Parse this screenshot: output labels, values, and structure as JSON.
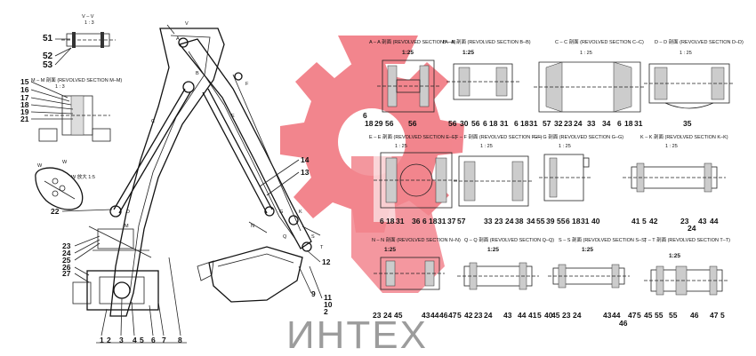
{
  "watermark": {
    "brand_text": "ИНТЕХ",
    "gear_color": "#f0707a",
    "text_color": "#9c9c9c"
  },
  "sections": {
    "vv": {
      "title": "V – V",
      "scale": "1 : 3"
    },
    "mm": {
      "title": "M – M 剖面 (REVOLVED SECTION M–M)",
      "scale": "1 : 3"
    },
    "w": {
      "title": "W"
    },
    "w_s": {
      "title": "W 放大 1:5"
    },
    "aa": {
      "title": "A – A 剖面 (REVOLVED SECTION A–A)",
      "scale": "1:25"
    },
    "bb": {
      "title": "B – B 剖面 (REVOLVED SECTION B–B)",
      "scale": "1:25"
    },
    "cc": {
      "title": "C – C 剖面 (REVOLVED SECTION C–C)",
      "scale": "1 : 25"
    },
    "dd": {
      "title": "D – D 剖面 (REVOLVED SECTION D–D)",
      "scale": "1 : 25"
    },
    "ee": {
      "title": "E – E 剖面 (REVOLVED SECTION E–E)",
      "scale": "1 : 25"
    },
    "ff": {
      "title": "F – F 剖面 (REVOLVED SECTION F–F)",
      "scale": "1 : 25"
    },
    "gg": {
      "title": "G – G 剖面 (REVOLVED SECTION G–G)",
      "scale": "1 : 25"
    },
    "kk": {
      "title": "K – K 剖面 (REVOLVED SECTION K–K)",
      "scale": "1 : 25"
    },
    "nn": {
      "title": "N – N 剖面 (REVOLVED SECTION N–N)",
      "scale": "1:25"
    },
    "qq": {
      "title": "Q – Q 剖面 (REVOLVED SECTION Q–Q)",
      "scale": "1:25"
    },
    "ss": {
      "title": "S – S 剖面 (REVOLVED SECTION S–S)",
      "scale": "1:25"
    },
    "tt": {
      "title": "T – T 剖面 (REVOLVED SECTION T–T)",
      "scale": "1:25"
    }
  },
  "view_letters": {
    "A": "A",
    "B": "B",
    "C": "C",
    "D": "D",
    "E": "E",
    "F": "F",
    "G": "G",
    "K": "K",
    "M": "M",
    "N": "N",
    "Q": "Q",
    "S": "S",
    "T": "T",
    "V": "V",
    "W": "W"
  },
  "callouts": {
    "c51": "51",
    "c52": "52",
    "c53": "53",
    "c15": "15",
    "c16": "16",
    "c17": "17",
    "c18": "18",
    "c19": "19",
    "c21": "21",
    "c22": "22",
    "c23": "23",
    "c24": "24",
    "c25": "25",
    "c26": "26",
    "c27": "27",
    "c14": "14",
    "c13": "13",
    "c12": "12",
    "c11": "11",
    "c10": "10",
    "c2r": "2",
    "c9": "9",
    "bottom_row": [
      "1",
      "2",
      "3",
      "4",
      "5",
      "6",
      "7",
      "8"
    ]
  },
  "section_labels": {
    "aa": [
      "6",
      "18",
      "29",
      "56",
      "56"
    ],
    "bb": [
      "56",
      "30",
      "56",
      "6",
      "18",
      "31"
    ],
    "cc": [
      "6",
      "18",
      "31",
      "57",
      "32",
      "23",
      "24",
      "33",
      "34",
      "6",
      "18",
      "31"
    ],
    "dd": [
      "35"
    ],
    "ee": [
      "6",
      "18",
      "31",
      "36",
      "6",
      "18",
      "31",
      "37",
      "57"
    ],
    "ff": [
      "33",
      "23",
      "24",
      "38",
      "34",
      "55",
      "39",
      "55"
    ],
    "gg": [
      "6",
      "18",
      "31",
      "40"
    ],
    "kk": [
      "41",
      "5",
      "42",
      "23",
      "24",
      "43",
      "44"
    ],
    "nn": [
      "23",
      "24",
      "45",
      "43",
      "44",
      "46",
      "47",
      "5"
    ],
    "qq": [
      "42",
      "23",
      "24",
      "43",
      "44",
      "41",
      "5",
      "40"
    ],
    "ss": [
      "45",
      "23",
      "24",
      "43",
      "44",
      "47",
      "5",
      "46"
    ],
    "tt": [
      "45",
      "55",
      "55",
      "46",
      "47",
      "5"
    ]
  }
}
